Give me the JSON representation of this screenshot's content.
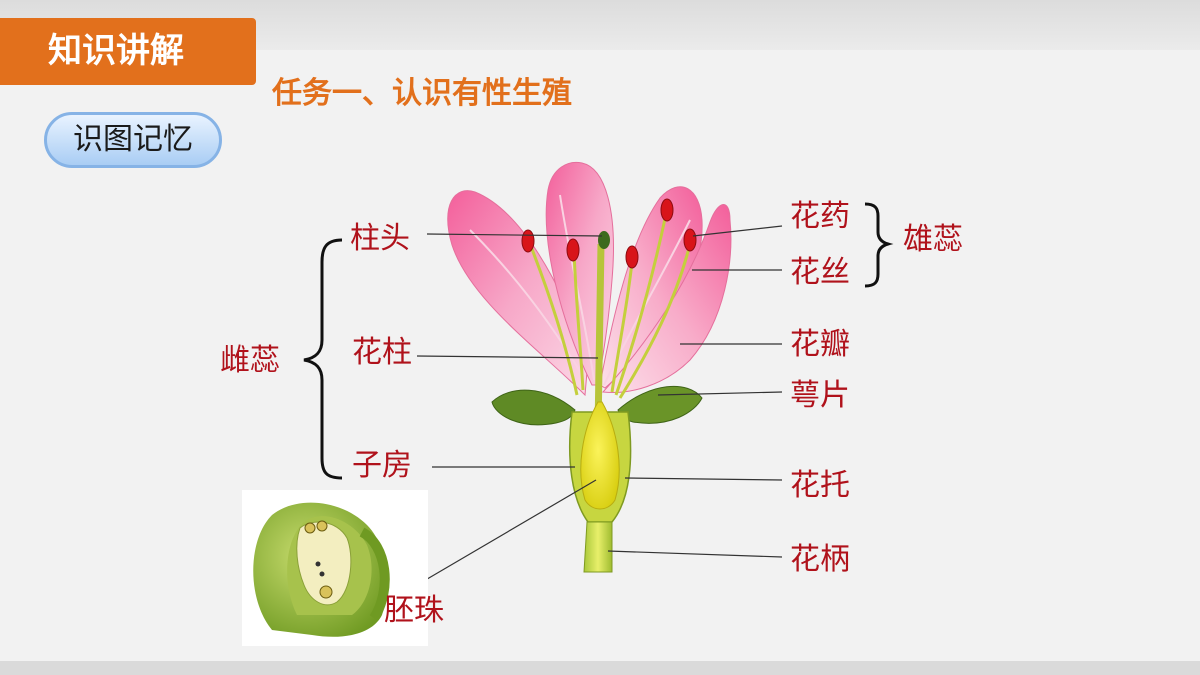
{
  "header": {
    "section_tab": "知识讲解"
  },
  "task_title": "任务一、认识有性生殖",
  "pill_label": "识图记忆",
  "diagram": {
    "labels": {
      "stigma": "柱头",
      "style": "花柱",
      "ovary": "子房",
      "pistil": "雌蕊",
      "anther": "花药",
      "filament": "花丝",
      "stamen": "雄蕊",
      "petal": "花瓣",
      "sepal": "萼片",
      "receptacle": "花托",
      "pedicel": "花柄",
      "ovule": "胚珠"
    }
  },
  "colors": {
    "accent": "#e2701c",
    "label": "#b0121b",
    "petal": "#f07aa8",
    "ovary": "#f2ea1a"
  }
}
